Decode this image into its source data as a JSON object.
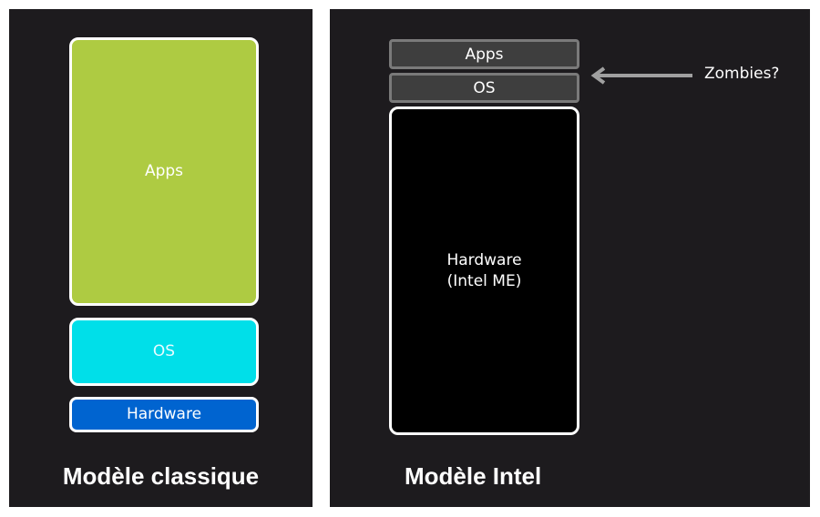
{
  "left_panel": {
    "title": "Modèle classique",
    "layers": [
      {
        "label": "Apps",
        "color": "#aecb42"
      },
      {
        "label": "OS",
        "color": "#00dfe9"
      },
      {
        "label": "Hardware",
        "color": "#0064d0"
      }
    ]
  },
  "right_panel": {
    "title": "Modèle Intel",
    "layers": [
      {
        "label": "Apps",
        "color": "#3e3e3e"
      },
      {
        "label": "OS",
        "color": "#3e3e3e"
      },
      {
        "label_line1": "Hardware",
        "label_line2": "(Intel ME)",
        "color": "#000000"
      }
    ],
    "annotation": {
      "label": "Zombies?",
      "arrow_icon": "left-arrow-icon"
    }
  },
  "colors": {
    "panel_background": "#1d1b1e",
    "border": "#ffffff",
    "grey_border": "#7a7a7a"
  }
}
